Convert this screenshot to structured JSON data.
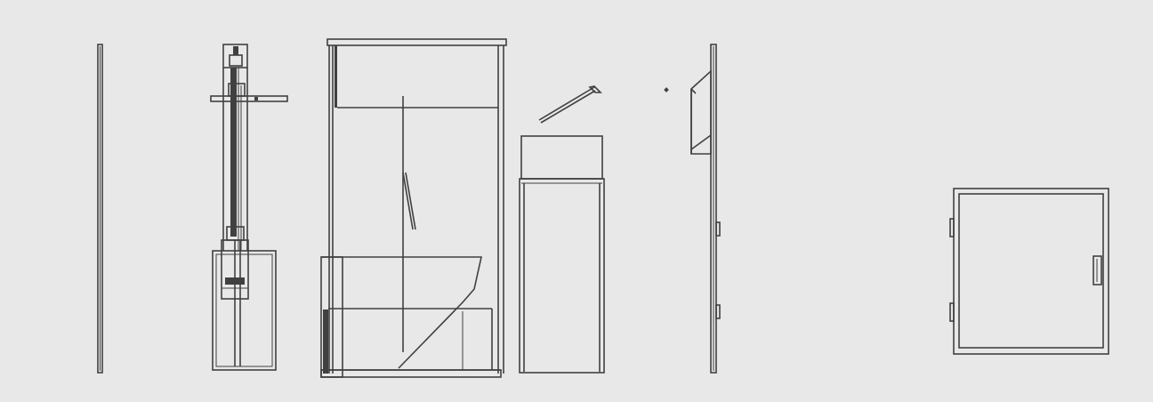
{
  "drawing": {
    "background_color": "#e8e8e8",
    "line_color": "#404040",
    "views": [
      {
        "id": "wall-panel-edge-view"
      },
      {
        "id": "cabinet-side-section-view"
      },
      {
        "id": "cabinet-front-section-view"
      },
      {
        "id": "cabinet-box-and-open-lid-view"
      },
      {
        "id": "wall-mounted-panel-side-view"
      },
      {
        "id": "access-door-front-view"
      }
    ]
  }
}
